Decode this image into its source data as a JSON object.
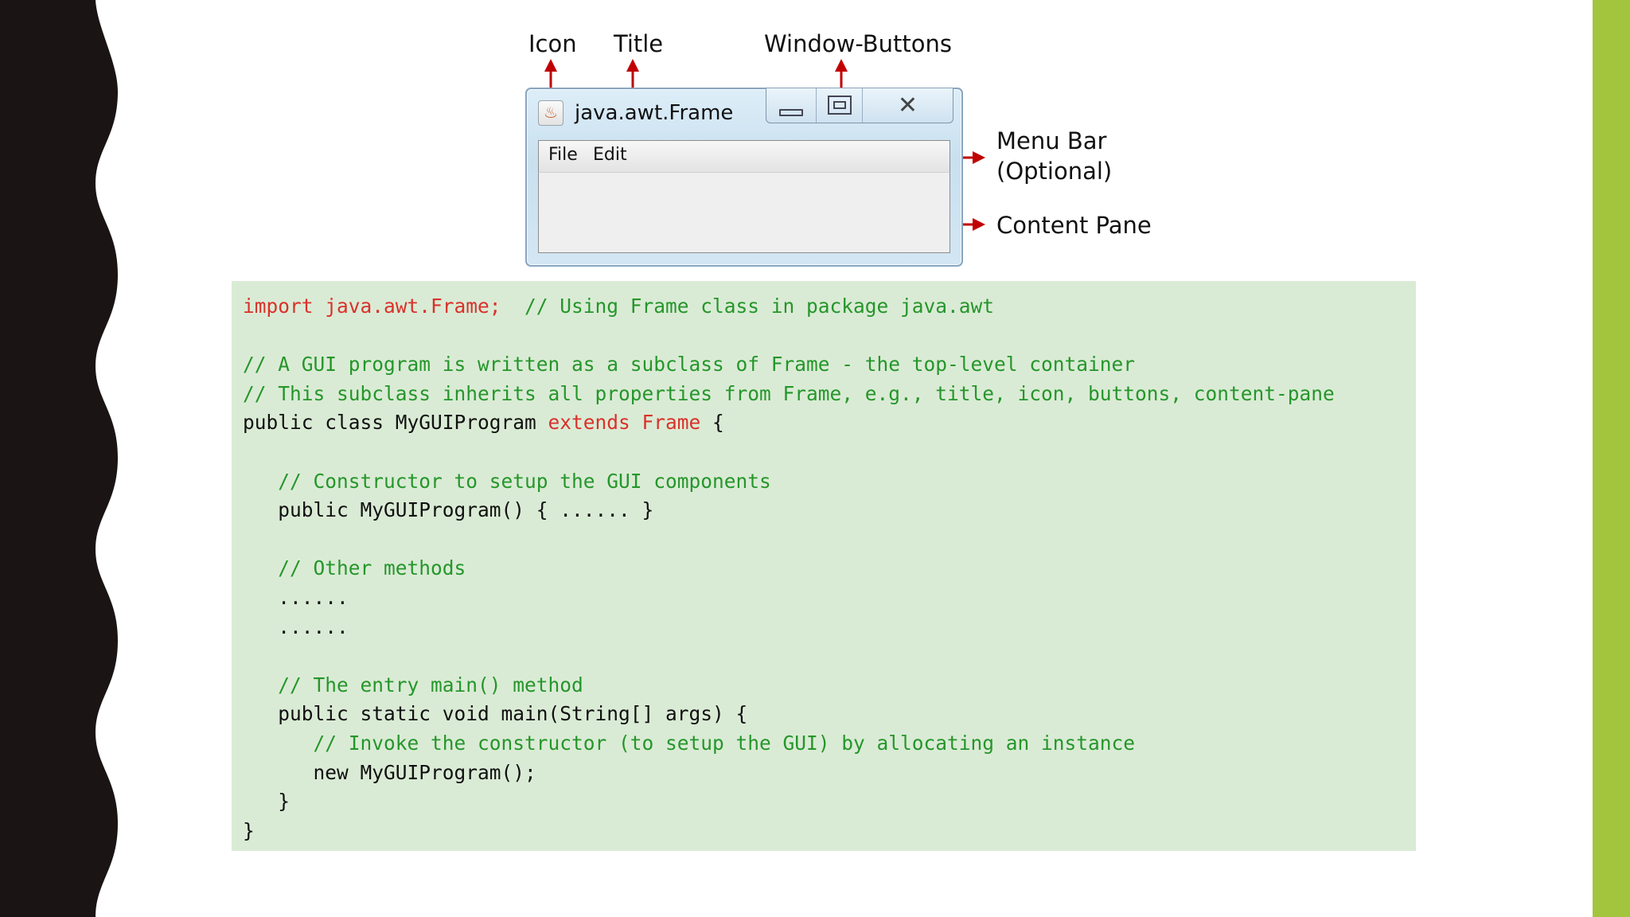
{
  "annotations": {
    "icon": "Icon",
    "title": "Title",
    "window_buttons": "Window-Buttons",
    "menu_bar": [
      "Menu Bar",
      "(Optional)"
    ],
    "content_pane": "Content Pane"
  },
  "window": {
    "title": "java.awt.Frame",
    "icon": "java-cup-icon",
    "buttons": [
      "minimize-icon",
      "maximize-icon",
      "close-icon"
    ],
    "close_glyph": "✕",
    "menu": [
      "File",
      "Edit"
    ]
  },
  "colors": {
    "code_background": "#daebd5",
    "comment": "#25962b",
    "keyword": "#d9322b",
    "accent_strip": "#a2c53d",
    "arrow": "#c00000"
  },
  "code": {
    "line1_import": "import java.awt.Frame;",
    "line1_comment": "  // Using Frame class in package java.awt",
    "line3": "// A GUI program is written as a subclass of Frame - the top-level container",
    "line4": "// This subclass inherits all properties from Frame, e.g., title, icon, buttons, content-pane",
    "line5_a": "public class MyGUIProgram ",
    "line5_b": "extends Frame",
    "line5_c": " {",
    "line7": "   // Constructor to setup the GUI components",
    "line8": "   public MyGUIProgram() { ...... }",
    "line10": "   // Other methods",
    "line11": "   ......",
    "line12": "   ......",
    "line14": "   // The entry main() method",
    "line15": "   public static void main(String[] args) {",
    "line16": "      // Invoke the constructor (to setup the GUI) by allocating an instance",
    "line17": "      new MyGUIProgram();",
    "line18": "   }",
    "line19": "}"
  }
}
